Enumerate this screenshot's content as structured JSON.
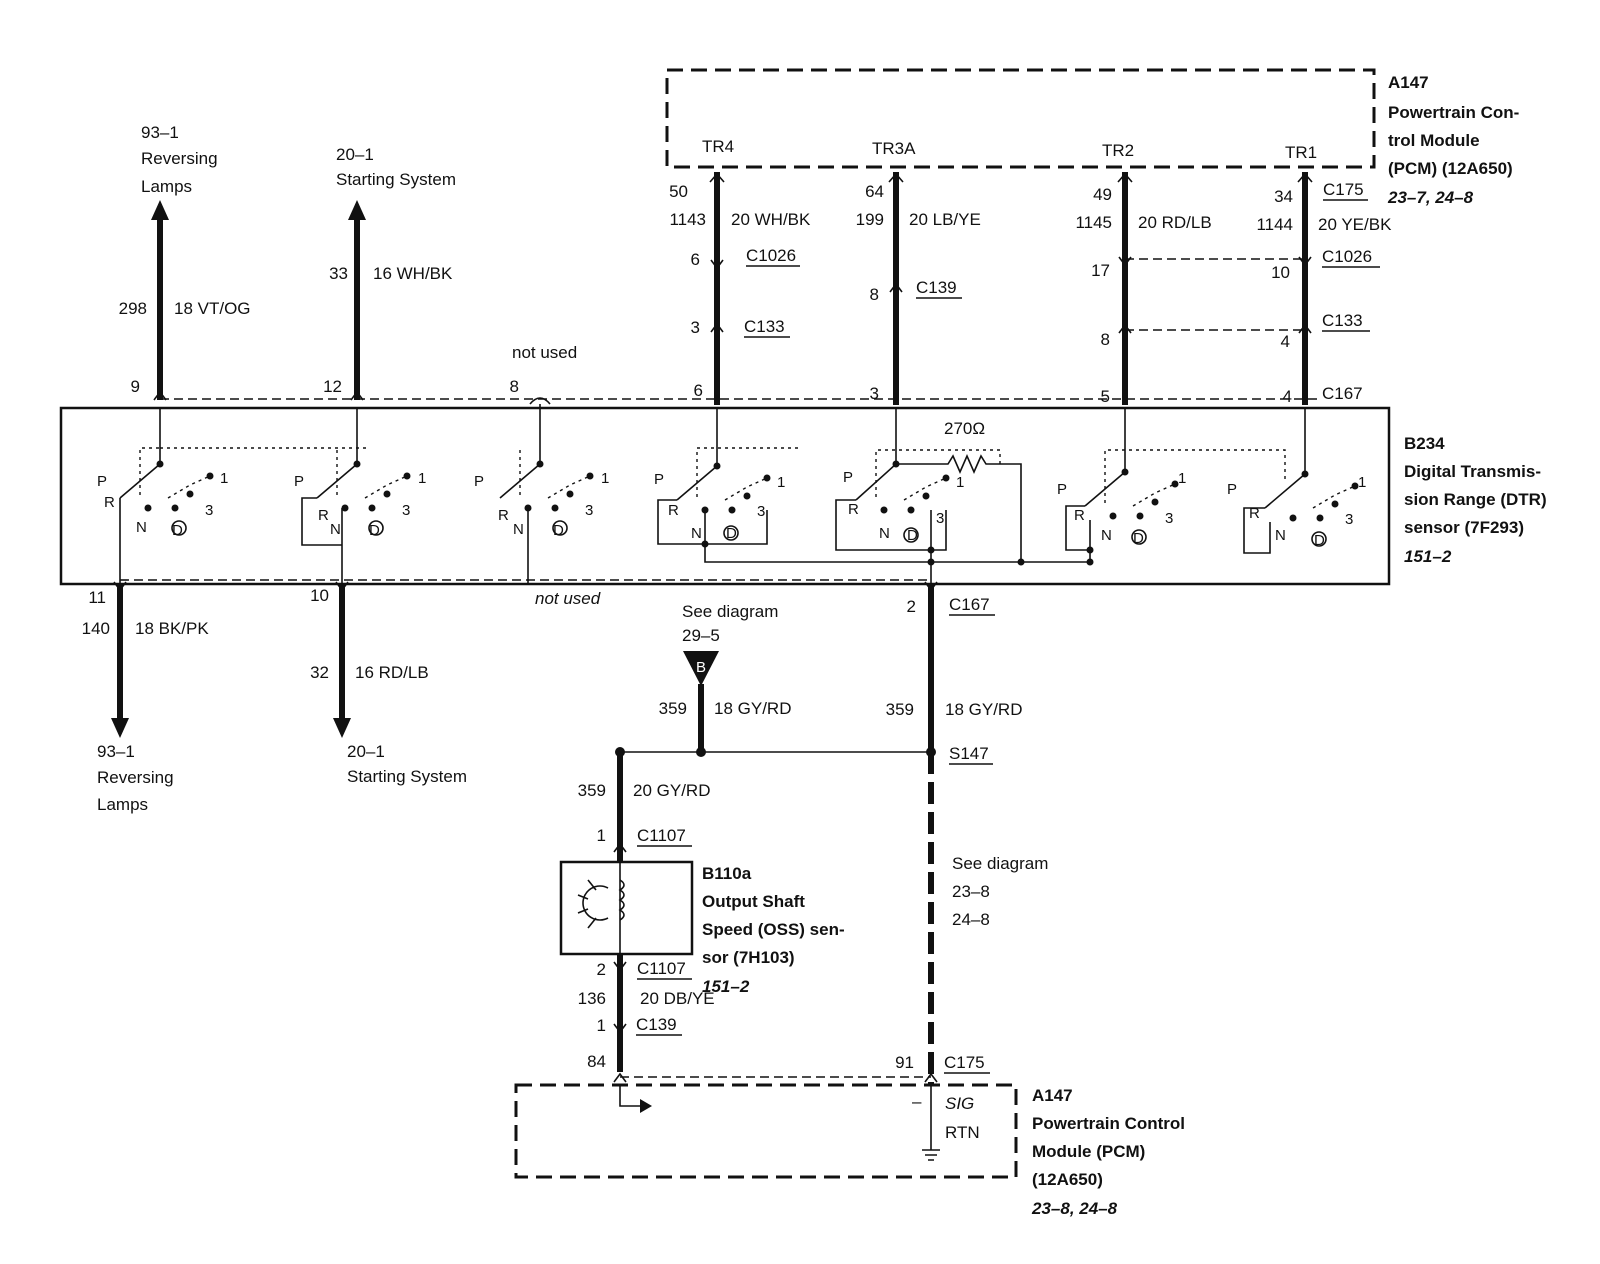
{
  "pcm_top": {
    "id": "A147",
    "name_l1": "Powertrain Con-",
    "name_l2": "trol Module",
    "name_l3": "(PCM) (12A650)",
    "ref": "23–7, 24–8"
  },
  "pcm_bottom": {
    "id": "A147",
    "name_l1": "Powertrain Control",
    "name_l2": "Module (PCM)",
    "name_l3": "(12A650)",
    "ref": "23–8, 24–8",
    "sig": "SIG",
    "rtn": "RTN",
    "minus": "–"
  },
  "dtr": {
    "id": "B234",
    "name_l1": "Digital Transmis-",
    "name_l2": "sion Range (DTR)",
    "name_l3": "sensor (7F293)",
    "ref": "151–2",
    "resistor": "270Ω",
    "pos_p": "P",
    "pos_r": "R",
    "pos_n": "N",
    "pos_d": "D",
    "pos_3": "3",
    "pos_1": "1"
  },
  "oss": {
    "id": "B110a",
    "name_l1": "Output Shaft",
    "name_l2": "Speed (OSS) sen-",
    "name_l3": "sor (7H103)",
    "ref": "151–2"
  },
  "tr_circuits": [
    {
      "name": "TR4",
      "pcm_pin": "50",
      "circuit": "1143",
      "wire": "20 WH/BK",
      "c1026_pin": "6",
      "c133_pin": "3",
      "c167_pin": "6"
    },
    {
      "name": "TR3A",
      "pcm_pin": "64",
      "circuit": "199",
      "wire": "20 LB/YE",
      "c139_pin": "8",
      "c167_pin": "3"
    },
    {
      "name": "TR2",
      "pcm_pin": "49",
      "circuit": "1145",
      "wire": "20 RD/LB",
      "c1026_pin": "17",
      "c133_pin": "8",
      "c167_pin": "5"
    },
    {
      "name": "TR1",
      "pcm_pin": "34",
      "circuit": "1144",
      "wire": "20 YE/BK",
      "c1026_pin": "10",
      "c133_pin": "4",
      "c167_pin": "4"
    }
  ],
  "connectors": {
    "c175": "C175",
    "c1026": "C1026",
    "c133": "C133",
    "c139": "C139",
    "c167": "C167",
    "c1107": "C1107",
    "s147": "S147"
  },
  "top_left": {
    "reversing": {
      "ref": "93–1",
      "l1": "Reversing",
      "l2": "Lamps",
      "circuit": "298",
      "wire": "18 VT/OG",
      "pin": "9"
    },
    "starting": {
      "ref": "20–1",
      "l1": "Starting System",
      "circuit": "33",
      "wire": "16 WH/BK",
      "pin": "12"
    },
    "unused": {
      "pin": "8",
      "label": "not used"
    }
  },
  "bottom_left": {
    "reversing": {
      "pin": "11",
      "circuit": "140",
      "wire": "18 BK/PK",
      "ref": "93–1",
      "l1": "Reversing",
      "l2": "Lamps"
    },
    "starting": {
      "pin": "10",
      "circuit": "32",
      "wire": "16  RD/LB",
      "ref": "20–1",
      "l1": "Starting System"
    },
    "unused": {
      "label": "not used"
    }
  },
  "gy_circuit": {
    "see_diagram": "See diagram",
    "diagram_ref": "29–5",
    "marker": "B",
    "circuit": "359",
    "wire_18": "18 GY/RD",
    "wire_20": "20 GY/RD",
    "c167_pin": "2",
    "oss_pin1": "1",
    "oss_pin2": "2"
  },
  "db_circuit": {
    "circuit": "136",
    "wire": "20 DB/YE",
    "c139_pin": "1",
    "pcm_pin_left": "84",
    "pcm_pin_right": "91"
  },
  "see_diagram_right": {
    "label": "See diagram",
    "ref1": "23–8",
    "ref2": "24–8"
  }
}
